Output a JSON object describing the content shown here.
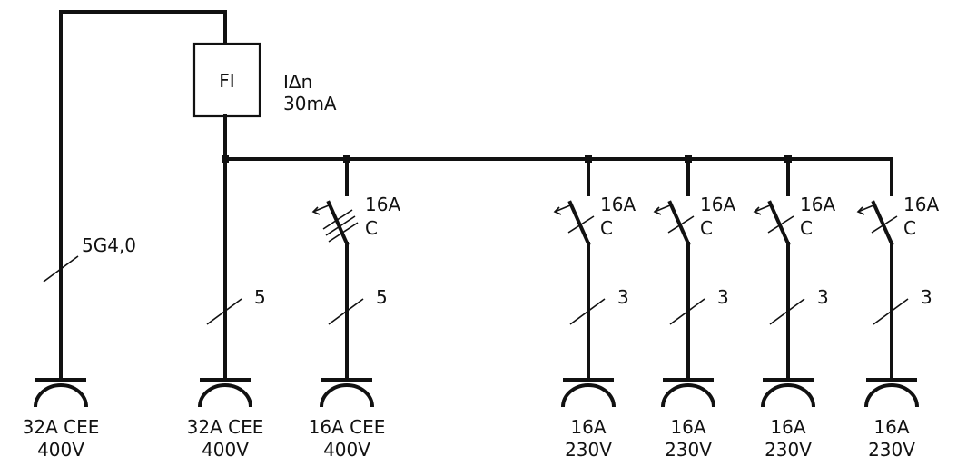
{
  "fi_box": {
    "label": "FI"
  },
  "fi_rating": {
    "line1": "IΔn",
    "line2": "30mA"
  },
  "supply": {
    "cable": "5G4,0"
  },
  "breaker_labels": {
    "b1": {
      "current": "16A",
      "curve": "C"
    },
    "b2": {
      "current": "16A",
      "curve": "C"
    },
    "b3": {
      "current": "16A",
      "curve": "C"
    },
    "b4": {
      "current": "16A",
      "curve": "C"
    },
    "b5": {
      "current": "16A",
      "curve": "C"
    }
  },
  "conductor_counts": {
    "c0": "5",
    "c1": "5",
    "c2": "3",
    "c3": "3",
    "c4": "3",
    "c5": "3"
  },
  "sockets": [
    {
      "line1": "32A CEE",
      "line2": "400V"
    },
    {
      "line1": "32A CEE",
      "line2": "400V"
    },
    {
      "line1": "16A CEE",
      "line2": "400V"
    },
    {
      "line1": "16A",
      "line2": "230V"
    },
    {
      "line1": "16A",
      "line2": "230V"
    },
    {
      "line1": "16A",
      "line2": "230V"
    },
    {
      "line1": "16A",
      "line2": "230V"
    }
  ]
}
